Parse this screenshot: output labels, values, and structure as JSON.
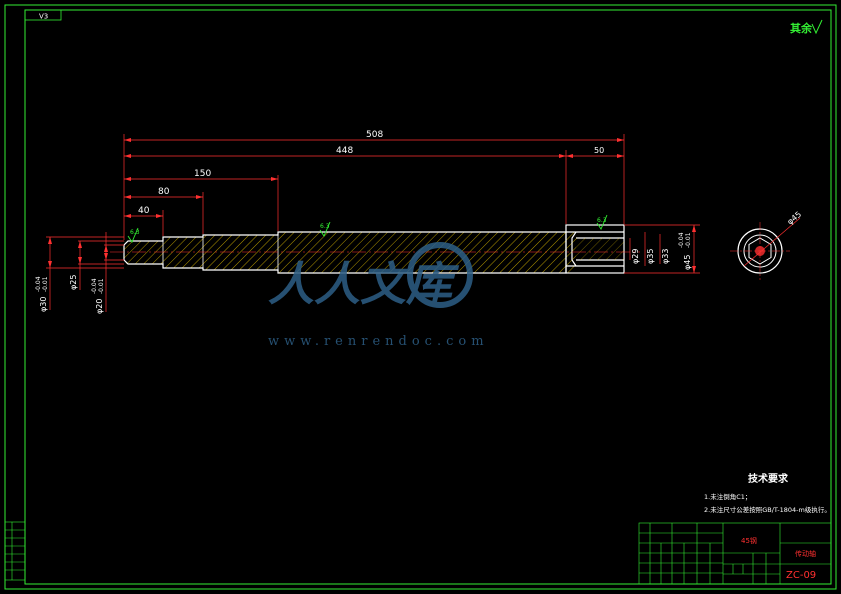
{
  "sheet": {
    "corner_label": "V3",
    "roughness_mark": "其余",
    "part_no": "ZC-09",
    "material": "45钢",
    "part_name": "传动轴"
  },
  "dimensions": {
    "overall_length": "508",
    "main_length": "448",
    "end_length": "50",
    "step3_length": "150",
    "step2_length": "80",
    "step1_length": "40",
    "left_od": "φ30",
    "left_od_tol_upper": "-0.04",
    "left_od_tol_lower": "-0.01",
    "left_mid_dia": "φ25",
    "left_small_dia": "φ20",
    "left_small_tol_upper": "-0.04",
    "left_small_tol_lower": "-0.01",
    "right_bore_1": "φ29",
    "right_bore_2": "φ35",
    "right_bore_3": "φ33",
    "right_od": "φ45",
    "right_od_tol_upper": "-0.04",
    "right_od_tol_lower": "-0.01",
    "section_dia": "φ45",
    "surface_finish": "6.3"
  },
  "watermark": {
    "logo_text": "人人文库",
    "url": "www.renrendoc.com"
  },
  "technical_requirements": {
    "title": "技术要求",
    "items": [
      "1.未注倒角C1；",
      "2.未注尺寸公差按照GB/T-1804-m级执行。"
    ]
  },
  "colors": {
    "border": "#33ee33",
    "dimension": "#ff3030",
    "outline": "#ffffff",
    "hatch": "#ffd700",
    "watermark": "#2d5f86"
  }
}
